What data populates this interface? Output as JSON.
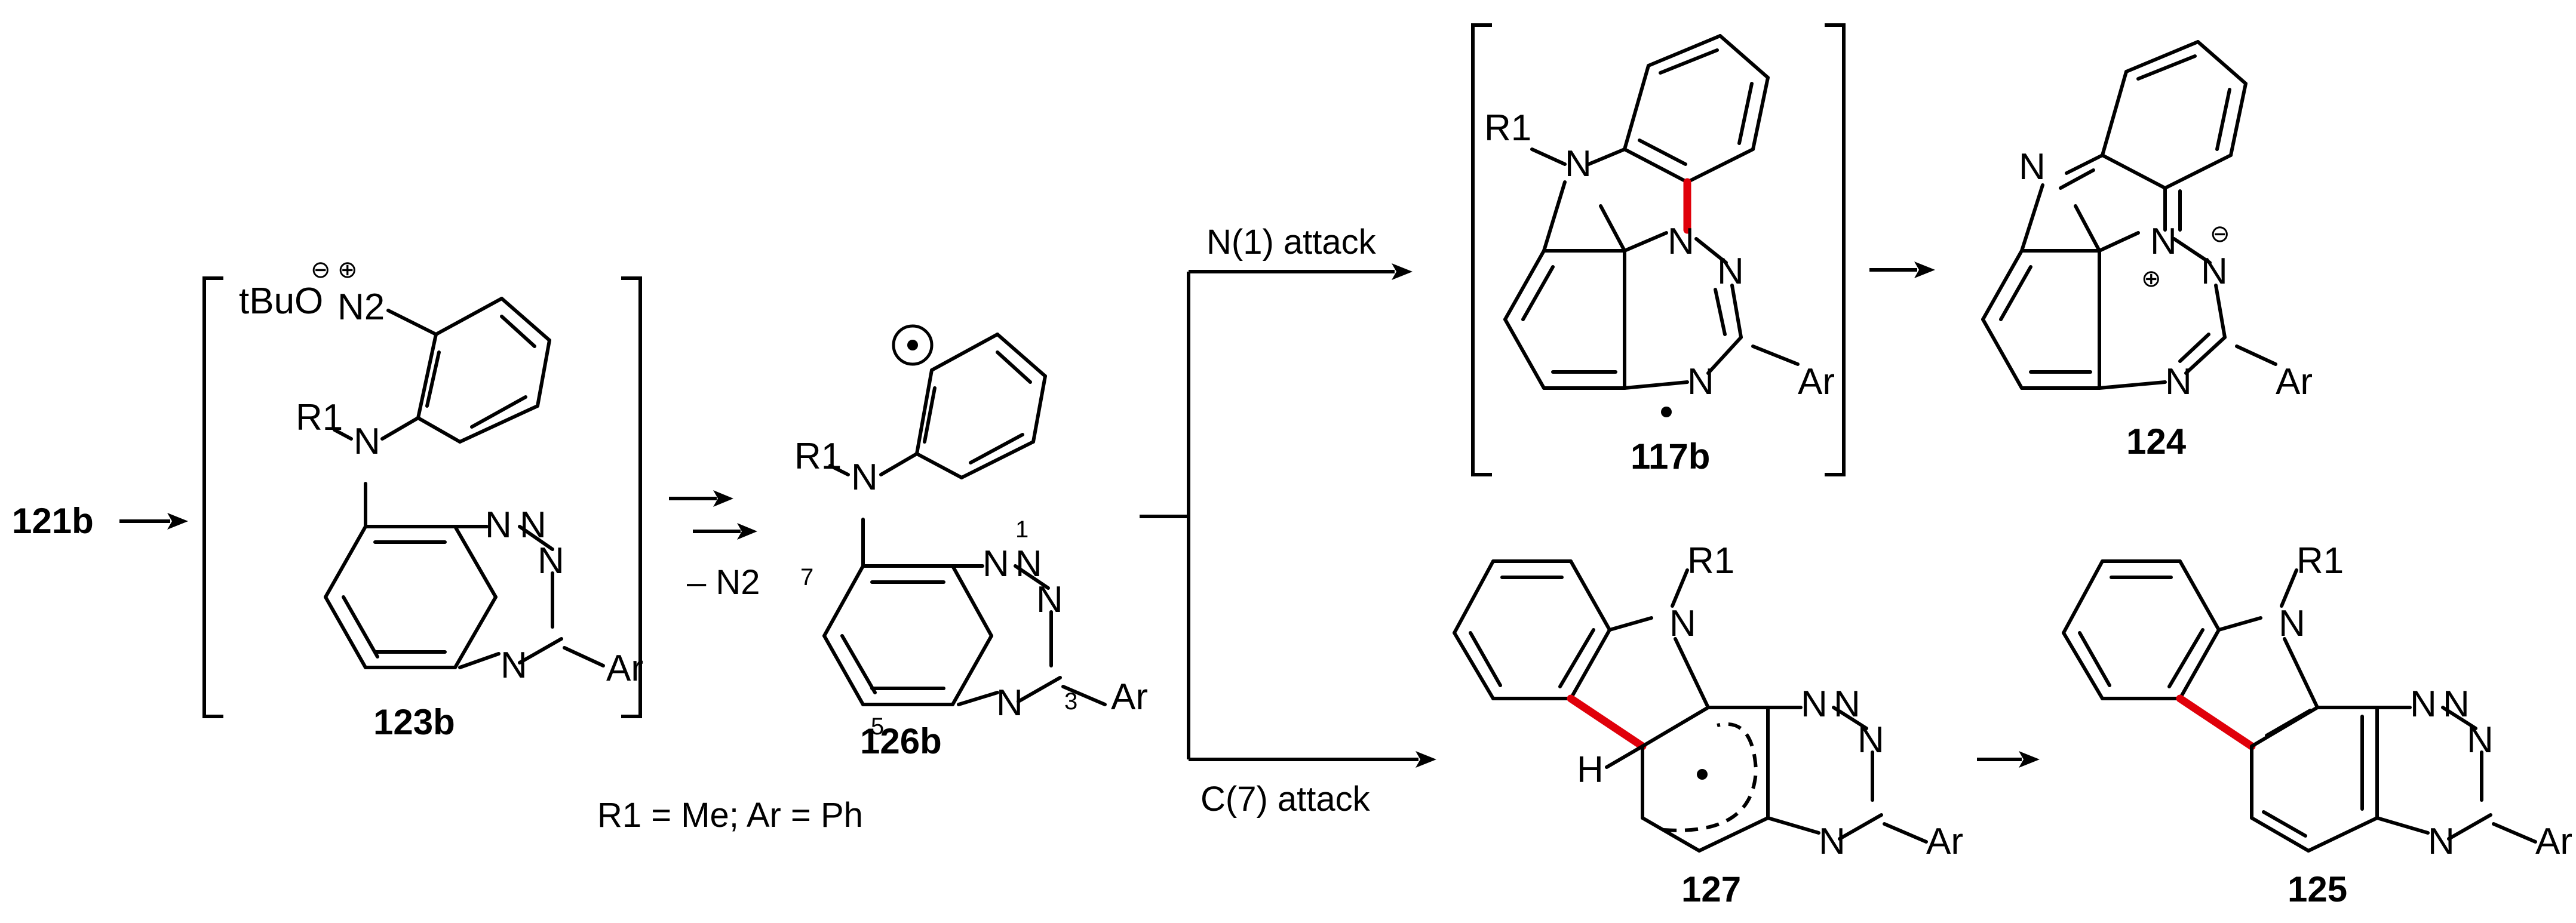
{
  "start_compound": "121b",
  "compounds": {
    "c123b": {
      "label": "123b",
      "counterion": "tBuO",
      "diazonium": "N2",
      "substituent": "R1",
      "aryl": "Ar"
    },
    "c126b": {
      "label": "126b",
      "substituent": "R1",
      "aryl": "Ar",
      "locants": [
        "1",
        "3",
        "5",
        "7"
      ]
    },
    "c117b": {
      "label": "117b",
      "substituent": "R1",
      "aryl": "Ar"
    },
    "c124": {
      "label": "124",
      "aryl": "Ar"
    },
    "c127": {
      "label": "127",
      "substituent": "R1",
      "aryl": "Ar",
      "hydrogen": "H"
    },
    "c125": {
      "label": "125",
      "substituent": "R1",
      "aryl": "Ar"
    }
  },
  "conditions": {
    "loss": "– N2",
    "definitions": "R1 = Me; Ar = Ph"
  },
  "branches": {
    "top": "N(1) attack",
    "bottom": "C(7) attack"
  },
  "highlight_color": "#e0000a"
}
